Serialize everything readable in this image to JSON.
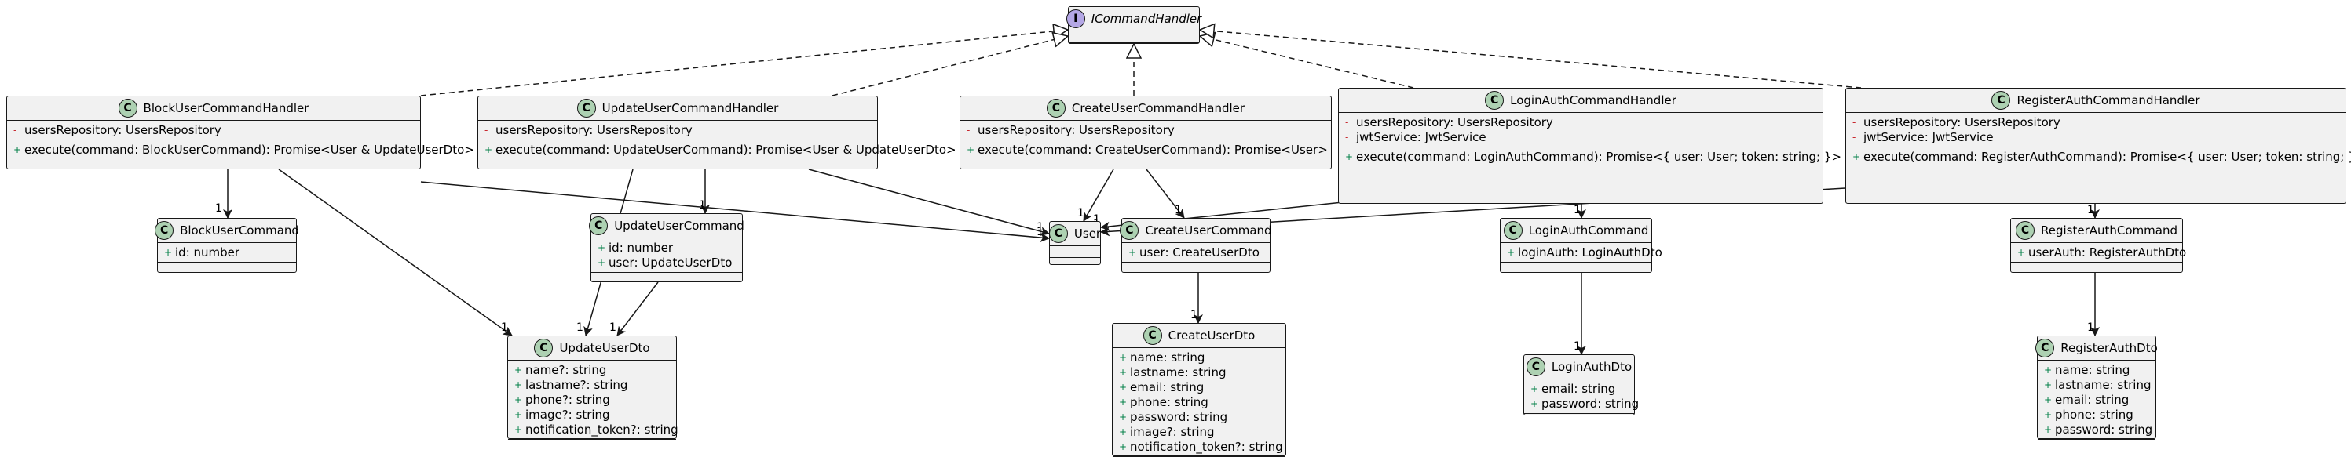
{
  "diagram": {
    "interface": {
      "name": "ICommandHandler",
      "badge": "I"
    },
    "class_badge": "C",
    "visibility": {
      "public": "+",
      "private": "-"
    },
    "classes": {
      "block_handler": {
        "name": "BlockUserCommandHandler",
        "fields": [
          "usersRepository: UsersRepository"
        ],
        "methods": [
          "execute(command: BlockUserCommand): Promise<User & UpdateUserDto>"
        ]
      },
      "update_handler": {
        "name": "UpdateUserCommandHandler",
        "fields": [
          "usersRepository: UsersRepository"
        ],
        "methods": [
          "execute(command: UpdateUserCommand): Promise<User & UpdateUserDto>"
        ]
      },
      "create_handler": {
        "name": "CreateUserCommandHandler",
        "fields": [
          "usersRepository: UsersRepository"
        ],
        "methods": [
          "execute(command: CreateUserCommand): Promise<User>"
        ]
      },
      "login_handler": {
        "name": "LoginAuthCommandHandler",
        "fields": [
          "usersRepository: UsersRepository",
          "jwtService: JwtService"
        ],
        "methods": [
          "execute(command: LoginAuthCommand): Promise<{ user: User; token: string; }>"
        ]
      },
      "register_handler": {
        "name": "RegisterAuthCommandHandler",
        "fields": [
          "usersRepository: UsersRepository",
          "jwtService: JwtService"
        ],
        "methods": [
          "execute(command: RegisterAuthCommand): Promise<{ user: User; token: string; }>"
        ]
      },
      "block_command": {
        "name": "BlockUserCommand",
        "fields": [
          "id: number"
        ]
      },
      "update_command": {
        "name": "UpdateUserCommand",
        "fields": [
          "id: number",
          "user: UpdateUserDto"
        ]
      },
      "user": {
        "name": "User",
        "fields": []
      },
      "create_command": {
        "name": "CreateUserCommand",
        "fields": [
          "user: CreateUserDto"
        ]
      },
      "login_command": {
        "name": "LoginAuthCommand",
        "fields": [
          "loginAuth: LoginAuthDto"
        ]
      },
      "register_command": {
        "name": "RegisterAuthCommand",
        "fields": [
          "userAuth: RegisterAuthDto"
        ]
      },
      "update_dto": {
        "name": "UpdateUserDto",
        "fields": [
          "name?: string",
          "lastname?: string",
          "phone?: string",
          "image?: string",
          "notification_token?: string"
        ]
      },
      "create_dto": {
        "name": "CreateUserDto",
        "fields": [
          "name: string",
          "lastname: string",
          "email: string",
          "phone: string",
          "password: string",
          "image?: string",
          "notification_token?: string"
        ]
      },
      "login_dto": {
        "name": "LoginAuthDto",
        "fields": [
          "email: string",
          "password: string"
        ]
      },
      "register_dto": {
        "name": "RegisterAuthDto",
        "fields": [
          "name: string",
          "lastname: string",
          "email: string",
          "phone: string",
          "password: string"
        ]
      }
    },
    "cardinality": "1"
  }
}
